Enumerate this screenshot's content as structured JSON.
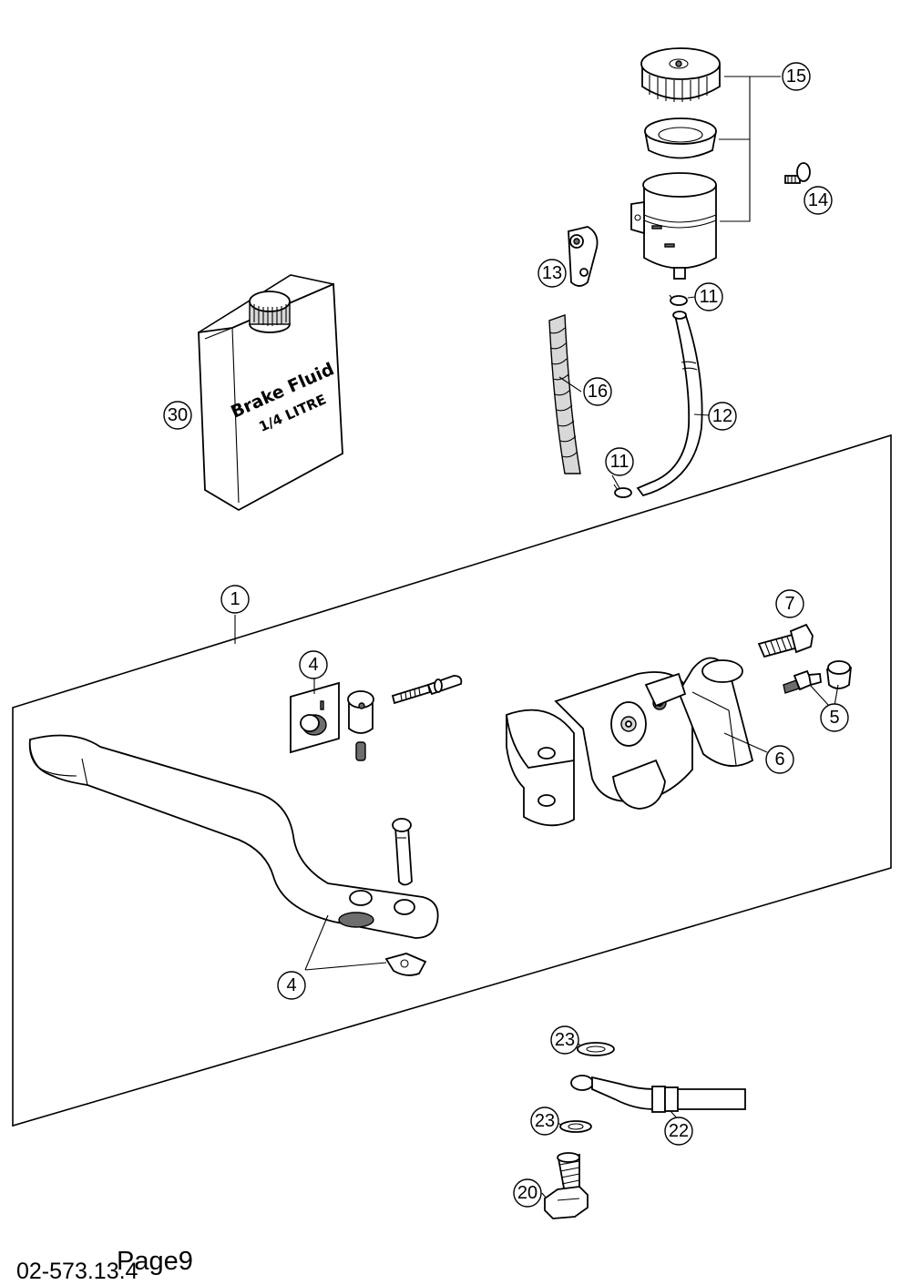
{
  "callouts": {
    "c1": "1",
    "c4a": "4",
    "c4b": "4",
    "c5": "5",
    "c6": "6",
    "c7": "7",
    "c11a": "11",
    "c11b": "11",
    "c12": "12",
    "c13": "13",
    "c14": "14",
    "c15": "15",
    "c16": "16",
    "c20": "20",
    "c22": "22",
    "c23a": "23",
    "c23b": "23",
    "c30": "30"
  },
  "fluid_box": {
    "line1": "Brake Fluid",
    "line2": "1/4 LITRE"
  },
  "footer": {
    "code": "02-573.13.4",
    "page": "Page9"
  }
}
